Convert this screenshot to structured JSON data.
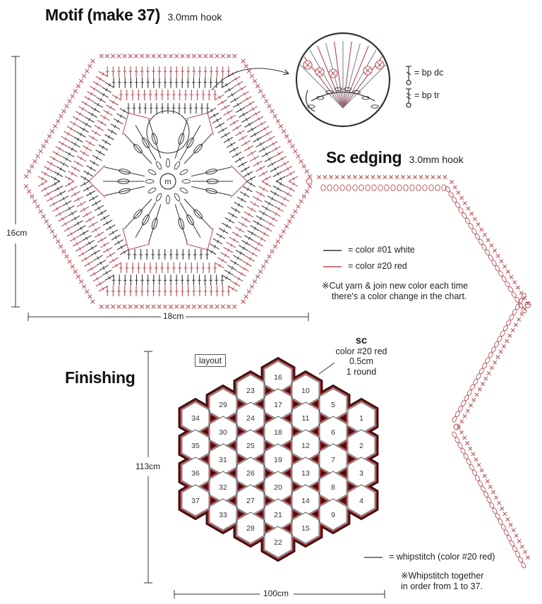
{
  "motif": {
    "title": "Motif (make 37)",
    "hook": "3.0mm hook",
    "height": "16cm",
    "width": "18cm",
    "center_mark": "m"
  },
  "edging": {
    "title": "Sc edging",
    "hook": "3.0mm hook"
  },
  "legend": {
    "bp_dc": "= bp dc",
    "bp_tr": "= bp tr",
    "color_white": "color #01 white",
    "color_red": "color #20 red",
    "equals": "=",
    "note_line1": "※Cut yarn & join new color each time",
    "note_line2": "there's a color change in the chart."
  },
  "finishing": {
    "title": "Finishing",
    "layout_label": "layout",
    "sc_label": "sc",
    "sc_color": "color #20 red",
    "sc_width": "0.5cm",
    "sc_rounds": "1 round",
    "height": "113cm",
    "width": "100cm",
    "whipstitch": "whipstitch (color #20 red)",
    "equals": "=",
    "note_line1": "※Whipstitch together",
    "note_line2": "in order from 1 to 37.",
    "columns": [
      [
        "34",
        "35",
        "36",
        "37"
      ],
      [
        "29",
        "30",
        "31",
        "32",
        "33"
      ],
      [
        "23",
        "24",
        "25",
        "26",
        "27",
        "28"
      ],
      [
        "16",
        "17",
        "18",
        "19",
        "20",
        "21",
        "22"
      ],
      [
        "10",
        "11",
        "12",
        "13",
        "14",
        "15"
      ],
      [
        "5",
        "6",
        "7",
        "8",
        "9"
      ],
      [
        "1",
        "2",
        "3",
        "4"
      ]
    ]
  },
  "colors": {
    "red": "#b5484e",
    "dark": "#333333",
    "border_dark": "#3a1010",
    "border_red": "#9b2a30"
  }
}
